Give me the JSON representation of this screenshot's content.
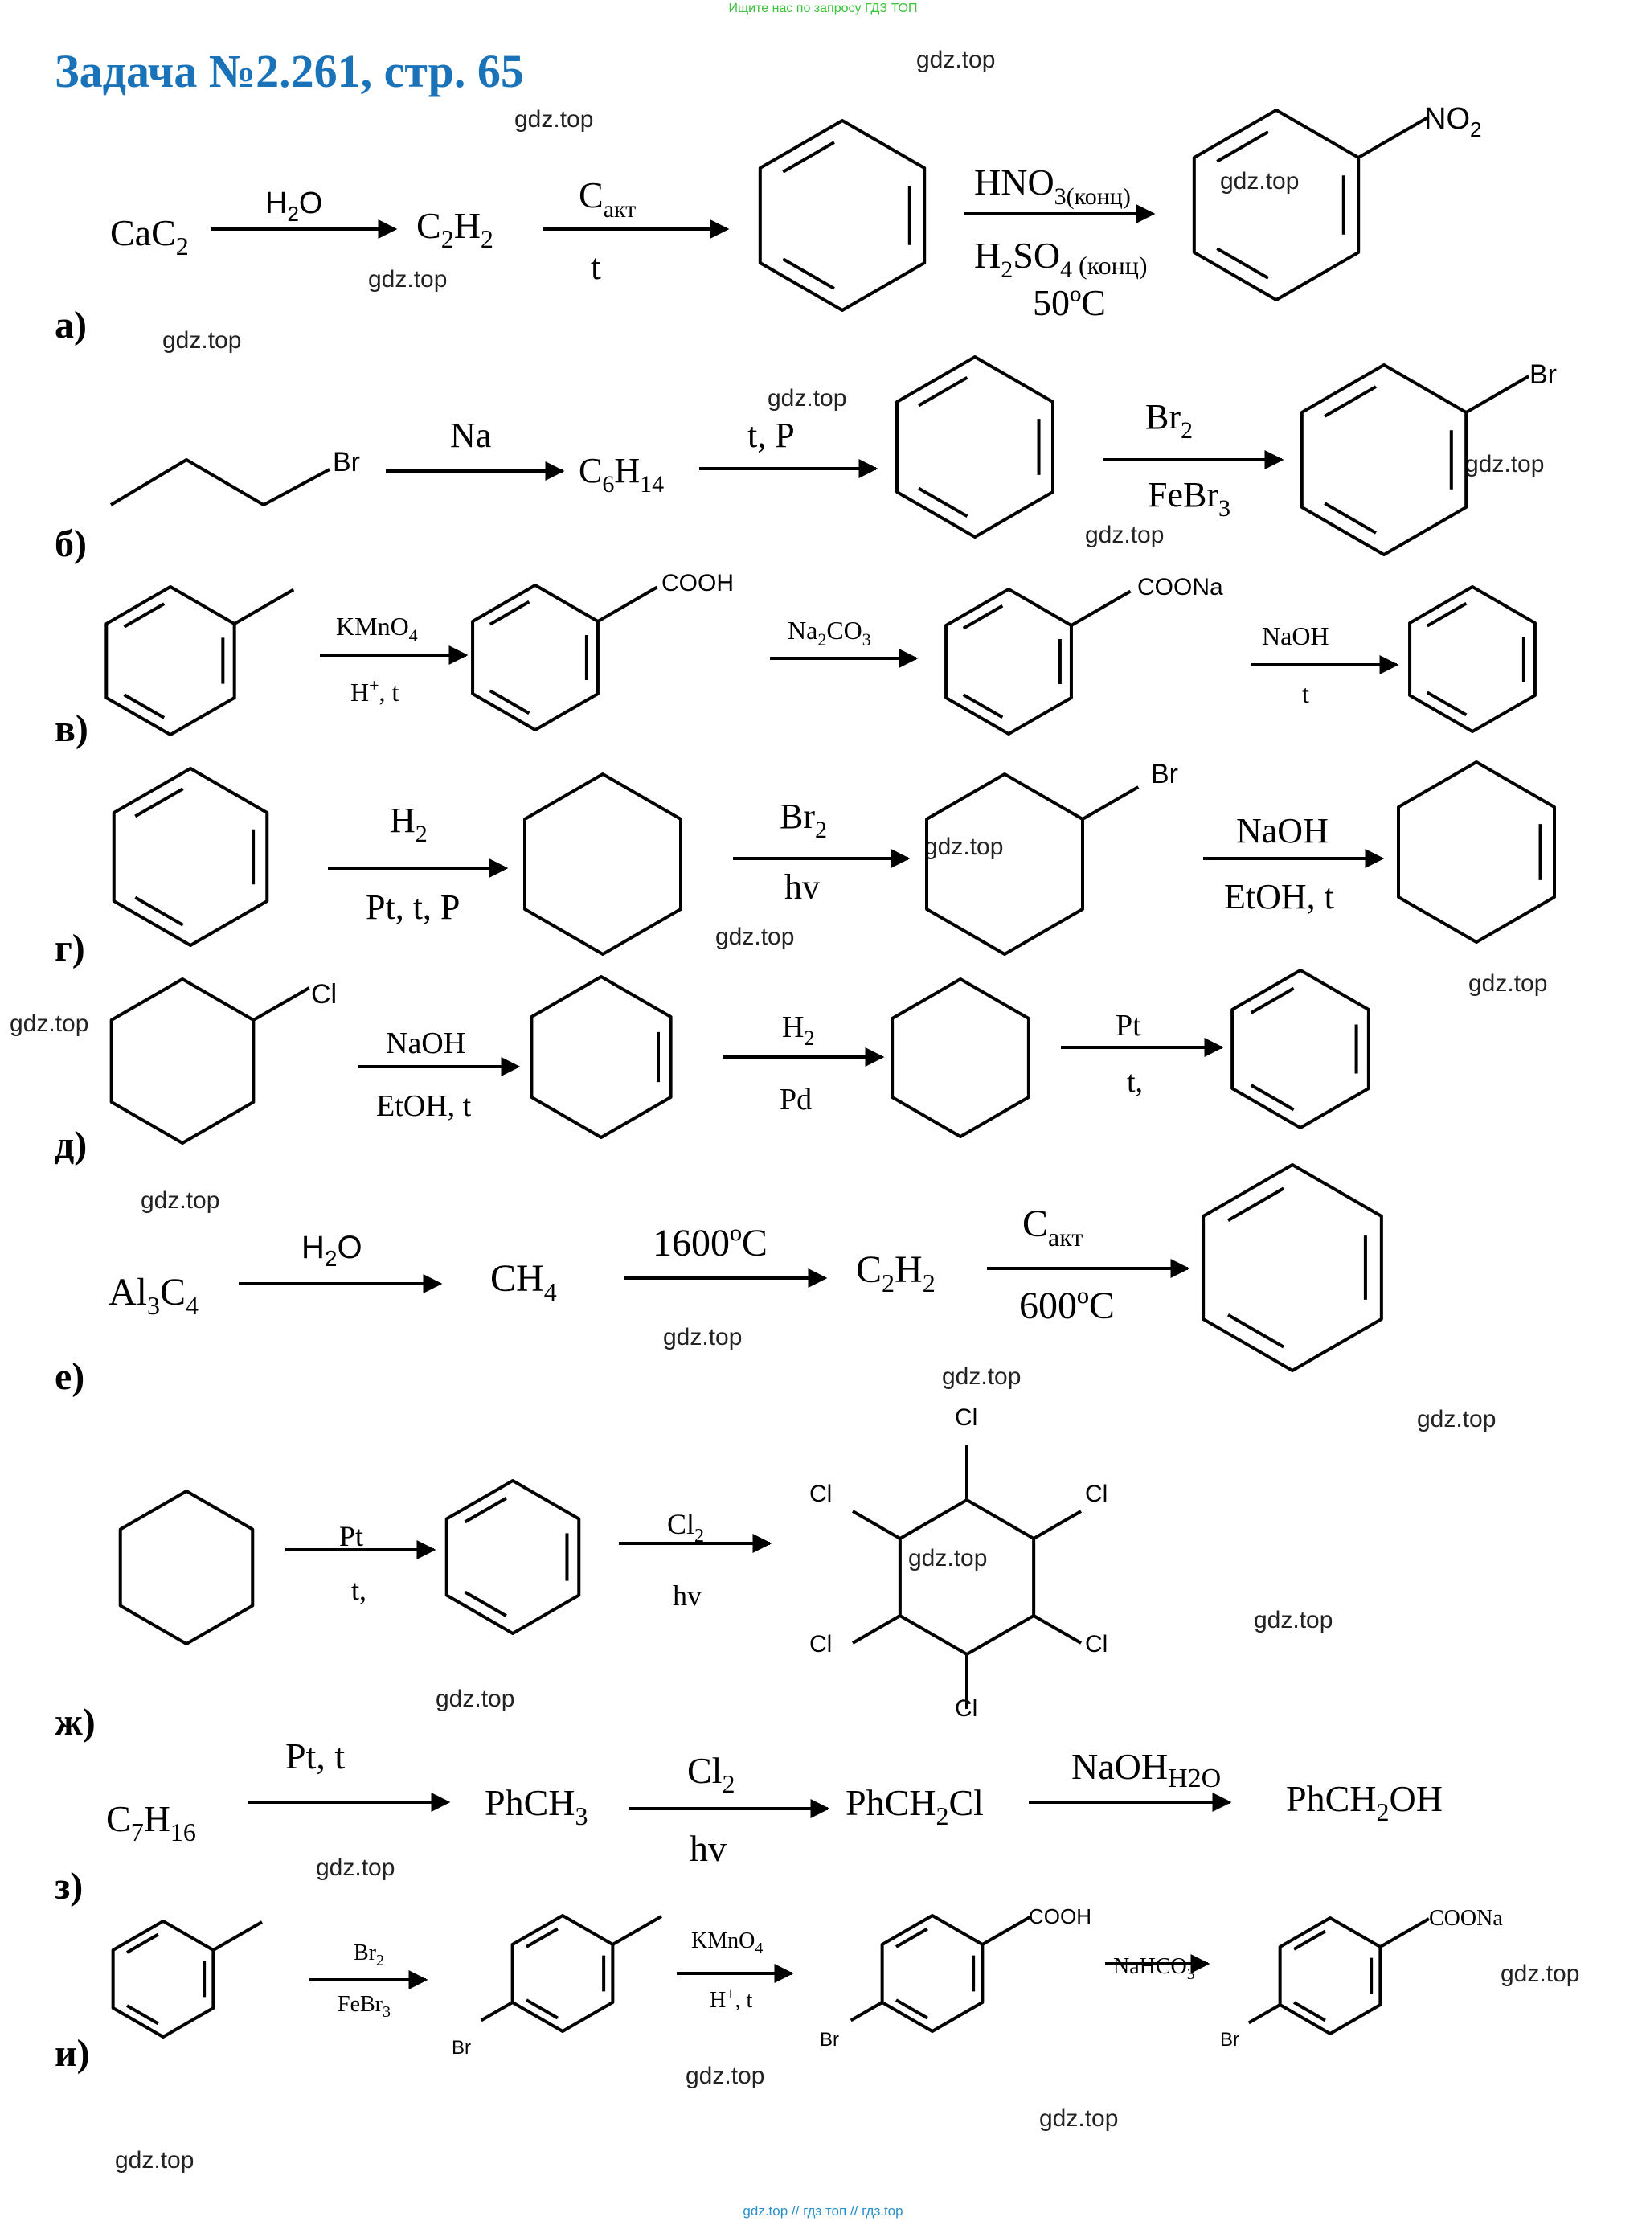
{
  "header": {
    "top_notice": "Ищите нас по запросу ГДЗ ТОП",
    "title": "Задача №2.261, стр. 65",
    "footer": "gdz.top  //  гдз топ  //  гдз.top"
  },
  "watermark": "gdz.top",
  "colors": {
    "title": "#1a73b8",
    "notice": "#3cc23c",
    "footer": "#2b8fc9"
  },
  "rows": {
    "a": {
      "label": "а)",
      "s1": "CaC",
      "s1sub": "2",
      "r1": "H",
      "r1sub": "2",
      "r1end": "O",
      "s2": "C",
      "s2a": "2",
      "s2b": "H",
      "s2c": "2",
      "r2": "C",
      "r2sub": "акт",
      "r2b": "t",
      "r3": "HNO",
      "r3sub": "3(конц)",
      "r3b": "H",
      "r3bsub": "2",
      "r3bmid": "SO",
      "r3bsub2": "4",
      "r3bend": " (конц)",
      "r3c": "50ºC",
      "sub": "NO",
      "subsub": "2"
    },
    "b": {
      "label": "б)",
      "sub1": "Br",
      "r1": "Na",
      "s2": "C",
      "s2a": "6",
      "s2b": "H",
      "s2c": "14",
      "r2": "t, P",
      "r3": "Br",
      "r3sub": "2",
      "r3b": "FeBr",
      "r3bsub": "3",
      "sub2": "Br"
    },
    "v": {
      "label": "в)",
      "r1": "KMnO",
      "r1sub": "4",
      "r1b": "H",
      "r1bsup": "+",
      "r1bend": ", t",
      "sub1": "COOH",
      "r2": "Na",
      "r2sub": "2",
      "r2mid": "CO",
      "r2sub2": "3",
      "sub2": "COONa",
      "r3": "NaOH",
      "r3b": "t"
    },
    "g": {
      "label": "г)",
      "r1": "H",
      "r1sub": "2",
      "r1b": "Pt, t, P",
      "r2": "Br",
      "r2sub": "2",
      "r2b": "hv",
      "sub": "Br",
      "r3": "NaOH",
      "r3b": "EtOH, t"
    },
    "d": {
      "label": "д)",
      "sub": "Cl",
      "r1": "NaOH",
      "r1b": "EtOH, t",
      "r2": "H",
      "r2sub": "2",
      "r2b": "Pd",
      "r3": "Pt",
      "r3b": "t,"
    },
    "e": {
      "label": "е)",
      "s1": "Al",
      "s1a": "3",
      "s1b": "C",
      "s1c": "4",
      "r1": "H",
      "r1sub": "2",
      "r1end": "O",
      "s2": "CH",
      "s2sub": "4",
      "r2": "1600ºC",
      "s3": "C",
      "s3a": "2",
      "s3b": "H",
      "s3c": "2",
      "r3": "C",
      "r3sub": "акт",
      "r3b": "600ºC"
    },
    "zh": {
      "label": "ж)",
      "r1": "Pt",
      "r1b": "t,",
      "r2": "Cl",
      "r2sub": "2",
      "r2b": "hv",
      "cl": "Cl"
    },
    "z": {
      "label": "з)",
      "s1": "C",
      "s1a": "7",
      "s1b": "H",
      "s1c": "16",
      "r1": "Pt, t",
      "s2": "PhCH",
      "s2sub": "3",
      "r2": "Cl",
      "r2sub": "2",
      "r2b": "hv",
      "s3": "PhCH",
      "s3sub": "2",
      "s3end": "Cl",
      "r3": "NaOH",
      "r3sub": "H2O",
      "s4": "PhCH",
      "s4sub": "2",
      "s4end": "OH"
    },
    "i": {
      "label": "и)",
      "r1": "Br",
      "r1sub": "2",
      "r1b": "FeBr",
      "r1bsub": "3",
      "br": "Br",
      "r2": "KMnO",
      "r2sub": "4",
      "r2b": "H",
      "r2bsup": "+",
      "r2bend": ", t",
      "sub1": "COOH",
      "r3": "NaHCO",
      "r3sub": "3",
      "sub2": "COONa"
    }
  }
}
